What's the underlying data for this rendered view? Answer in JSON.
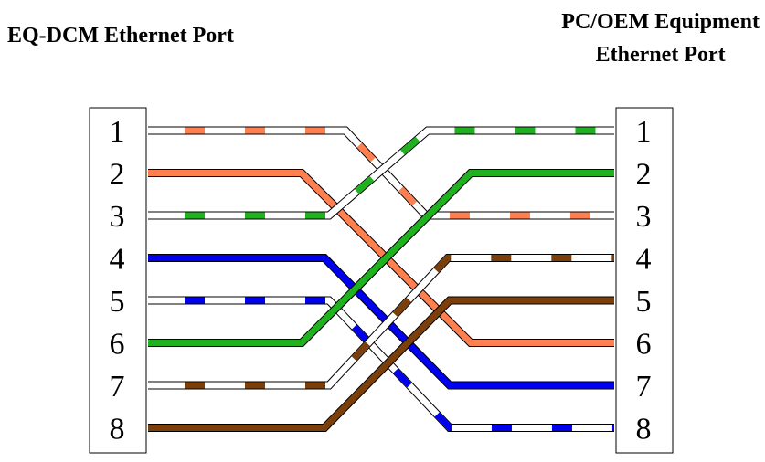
{
  "left_port": {
    "title": "EQ-DCM Ethernet Port",
    "pins": [
      "1",
      "2",
      "3",
      "4",
      "5",
      "6",
      "7",
      "8"
    ]
  },
  "right_port": {
    "title_line1": "PC/OEM Equipment",
    "title_line2": "Ethernet Port",
    "pins": [
      "1",
      "2",
      "3",
      "4",
      "5",
      "6",
      "7",
      "8"
    ]
  },
  "colors": {
    "orange": "#ff7f50",
    "green": "#20b020",
    "blue": "#0000ee",
    "brown": "#7a3f0b",
    "white": "#ffffff",
    "outline": "#000000"
  },
  "wires": [
    {
      "name": "white-orange",
      "color": "orange",
      "striped": true,
      "from": 1,
      "to": 3
    },
    {
      "name": "orange",
      "color": "orange",
      "striped": false,
      "from": 2,
      "to": 6
    },
    {
      "name": "white-green",
      "color": "green",
      "striped": true,
      "from": 3,
      "to": 1
    },
    {
      "name": "blue",
      "color": "blue",
      "striped": false,
      "from": 4,
      "to": 7
    },
    {
      "name": "white-blue",
      "color": "blue",
      "striped": true,
      "from": 5,
      "to": 8
    },
    {
      "name": "green",
      "color": "green",
      "striped": false,
      "from": 6,
      "to": 2
    },
    {
      "name": "white-brown",
      "color": "brown",
      "striped": true,
      "from": 7,
      "to": 4
    },
    {
      "name": "brown",
      "color": "brown",
      "striped": false,
      "from": 8,
      "to": 5
    }
  ]
}
